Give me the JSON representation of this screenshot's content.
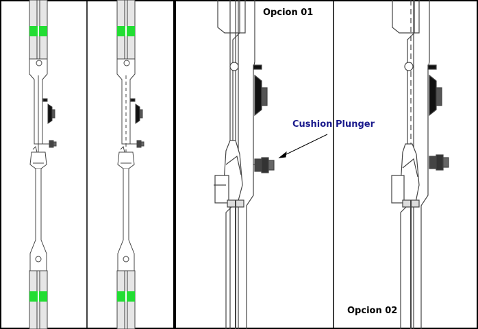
{
  "labels": {
    "option_1": "Opcion 01",
    "option_2": "Opcion 02",
    "callout": "Cushion Plunger"
  },
  "colors": {
    "callout_text": "#1a1a8c",
    "marker": "#22dd33",
    "plunger": "#333333",
    "outline": "#444444"
  }
}
